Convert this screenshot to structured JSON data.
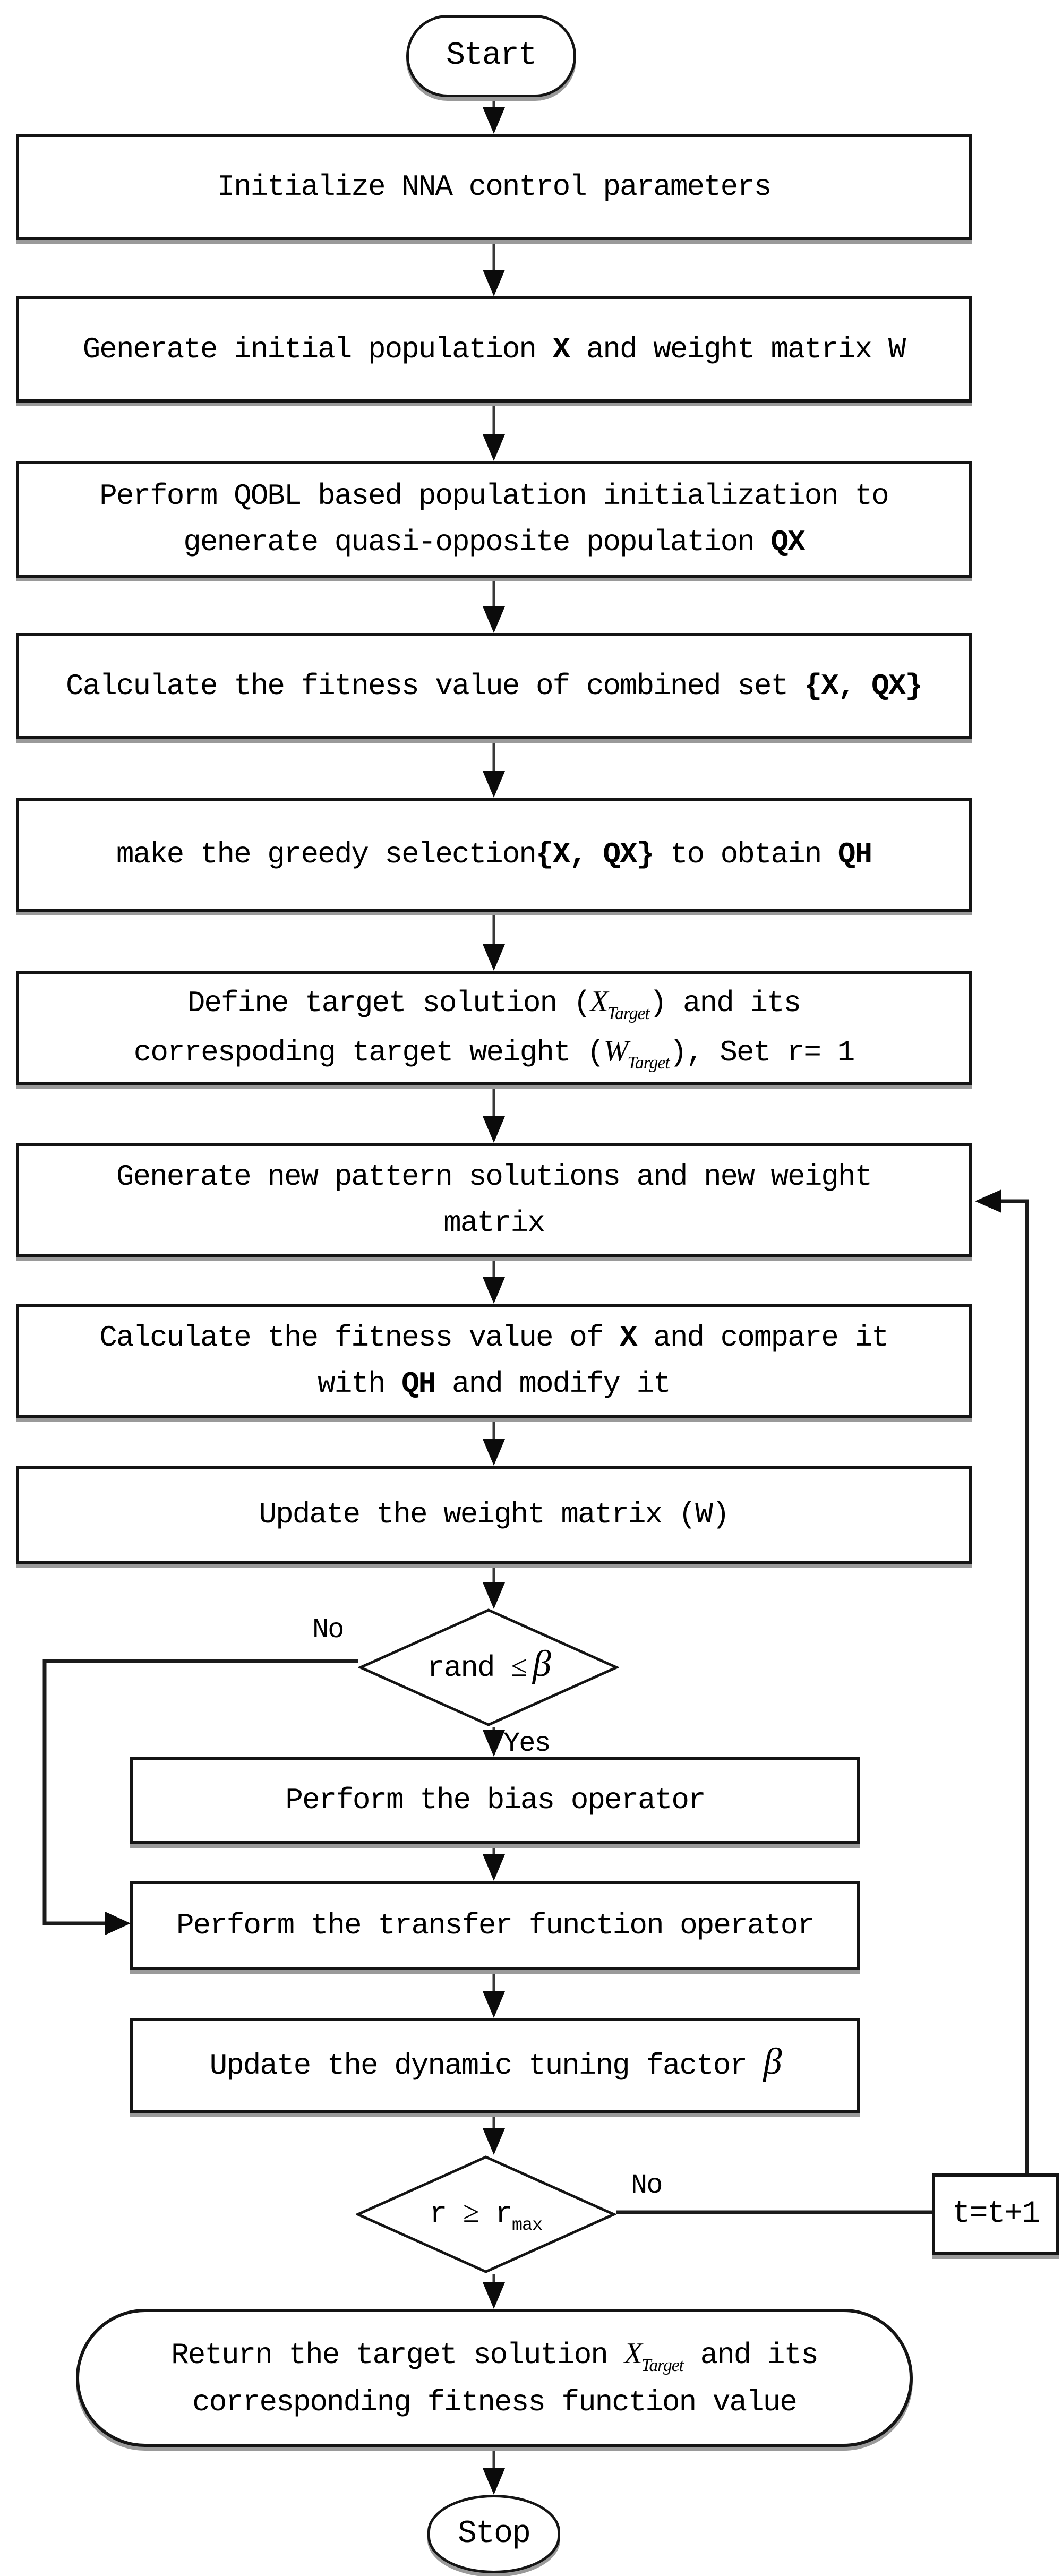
{
  "colors": {
    "background": "#ffffff",
    "border": "#141414",
    "shadow": "#9a9a9a",
    "arrow_stem": "#3a3a3a",
    "arrow_head": "#0b0b0b",
    "loop_line": "#1b1b1b",
    "text": "#000000"
  },
  "labels": {
    "yes": "Yes",
    "no_left": "No",
    "no_right": "No"
  },
  "nodes": {
    "start": {
      "label": "Start"
    },
    "init": {
      "parts": [
        {
          "t": "Initialize NNA control parameters"
        }
      ]
    },
    "gen_initial": {
      "parts": [
        {
          "t": "Generate initial population "
        },
        {
          "t": "X",
          "b": true
        },
        {
          "t": " and weight matrix W"
        }
      ]
    },
    "qobl": {
      "line1": [
        {
          "t": "Perform QOBL based population initialization to"
        }
      ],
      "line2": [
        {
          "t": "generate quasi-opposite population "
        },
        {
          "t": "QX",
          "b": true
        }
      ]
    },
    "fitness_combined": {
      "parts": [
        {
          "t": "Calculate the fitness value of combined set "
        },
        {
          "t": "{X, QX}",
          "b": true
        }
      ]
    },
    "greedy": {
      "parts": [
        {
          "t": "make the greedy selection"
        },
        {
          "t": "{X, QX}",
          "b": true
        },
        {
          "t": " to obtain "
        },
        {
          "t": "QH",
          "b": true
        }
      ]
    },
    "define_target": {
      "line1": [
        {
          "t": "Define target solution ("
        },
        {
          "t": "X",
          "f": "si"
        },
        {
          "t": "Target",
          "f": "si",
          "sub": true
        },
        {
          "t": ") and its"
        }
      ],
      "line2": [
        {
          "t": "correspoding target weight ("
        },
        {
          "t": "W",
          "f": "si"
        },
        {
          "t": "Target",
          "f": "si",
          "sub": true
        },
        {
          "t": "), Set r= 1"
        }
      ]
    },
    "gen_new": {
      "line1": [
        {
          "t": "Generate new pattern solutions and new weight"
        }
      ],
      "line2": [
        {
          "t": "matrix"
        }
      ]
    },
    "fitness_x": {
      "line1": [
        {
          "t": "Calculate the fitness value of "
        },
        {
          "t": "X",
          "b": true
        },
        {
          "t": " and compare it"
        }
      ],
      "line2": [
        {
          "t": "with "
        },
        {
          "t": "QH",
          "b": true
        },
        {
          "t": " and modify it"
        }
      ]
    },
    "update_w": {
      "parts": [
        {
          "t": "Update the weight matrix (W)"
        }
      ]
    },
    "decision_rand": {
      "parts": [
        {
          "t": "rand "
        },
        {
          "t": "≤ ",
          "f": "sr"
        },
        {
          "t": "β",
          "f": "beta"
        }
      ]
    },
    "bias": {
      "parts": [
        {
          "t": "Perform the bias operator"
        }
      ]
    },
    "transfer": {
      "parts": [
        {
          "t": "Perform the transfer function operator"
        }
      ]
    },
    "update_beta": {
      "parts": [
        {
          "t": "Update the dynamic tuning factor "
        },
        {
          "t": "β",
          "f": "beta"
        }
      ]
    },
    "decision_r": {
      "parts": [
        {
          "t": "r "
        },
        {
          "t": "≥",
          "f": "sr"
        },
        {
          "t": " r"
        },
        {
          "t": "max",
          "sub": true
        }
      ]
    },
    "tplus": {
      "label": "t=t+1"
    },
    "return": {
      "line1": [
        {
          "t": "Return the target solution "
        },
        {
          "t": "X",
          "f": "si"
        },
        {
          "t": "Target",
          "f": "si",
          "sub": true
        },
        {
          "t": " and its"
        }
      ],
      "line2": [
        {
          "t": "corresponding fitness function value"
        }
      ]
    },
    "stop": {
      "label": "Stop"
    }
  }
}
